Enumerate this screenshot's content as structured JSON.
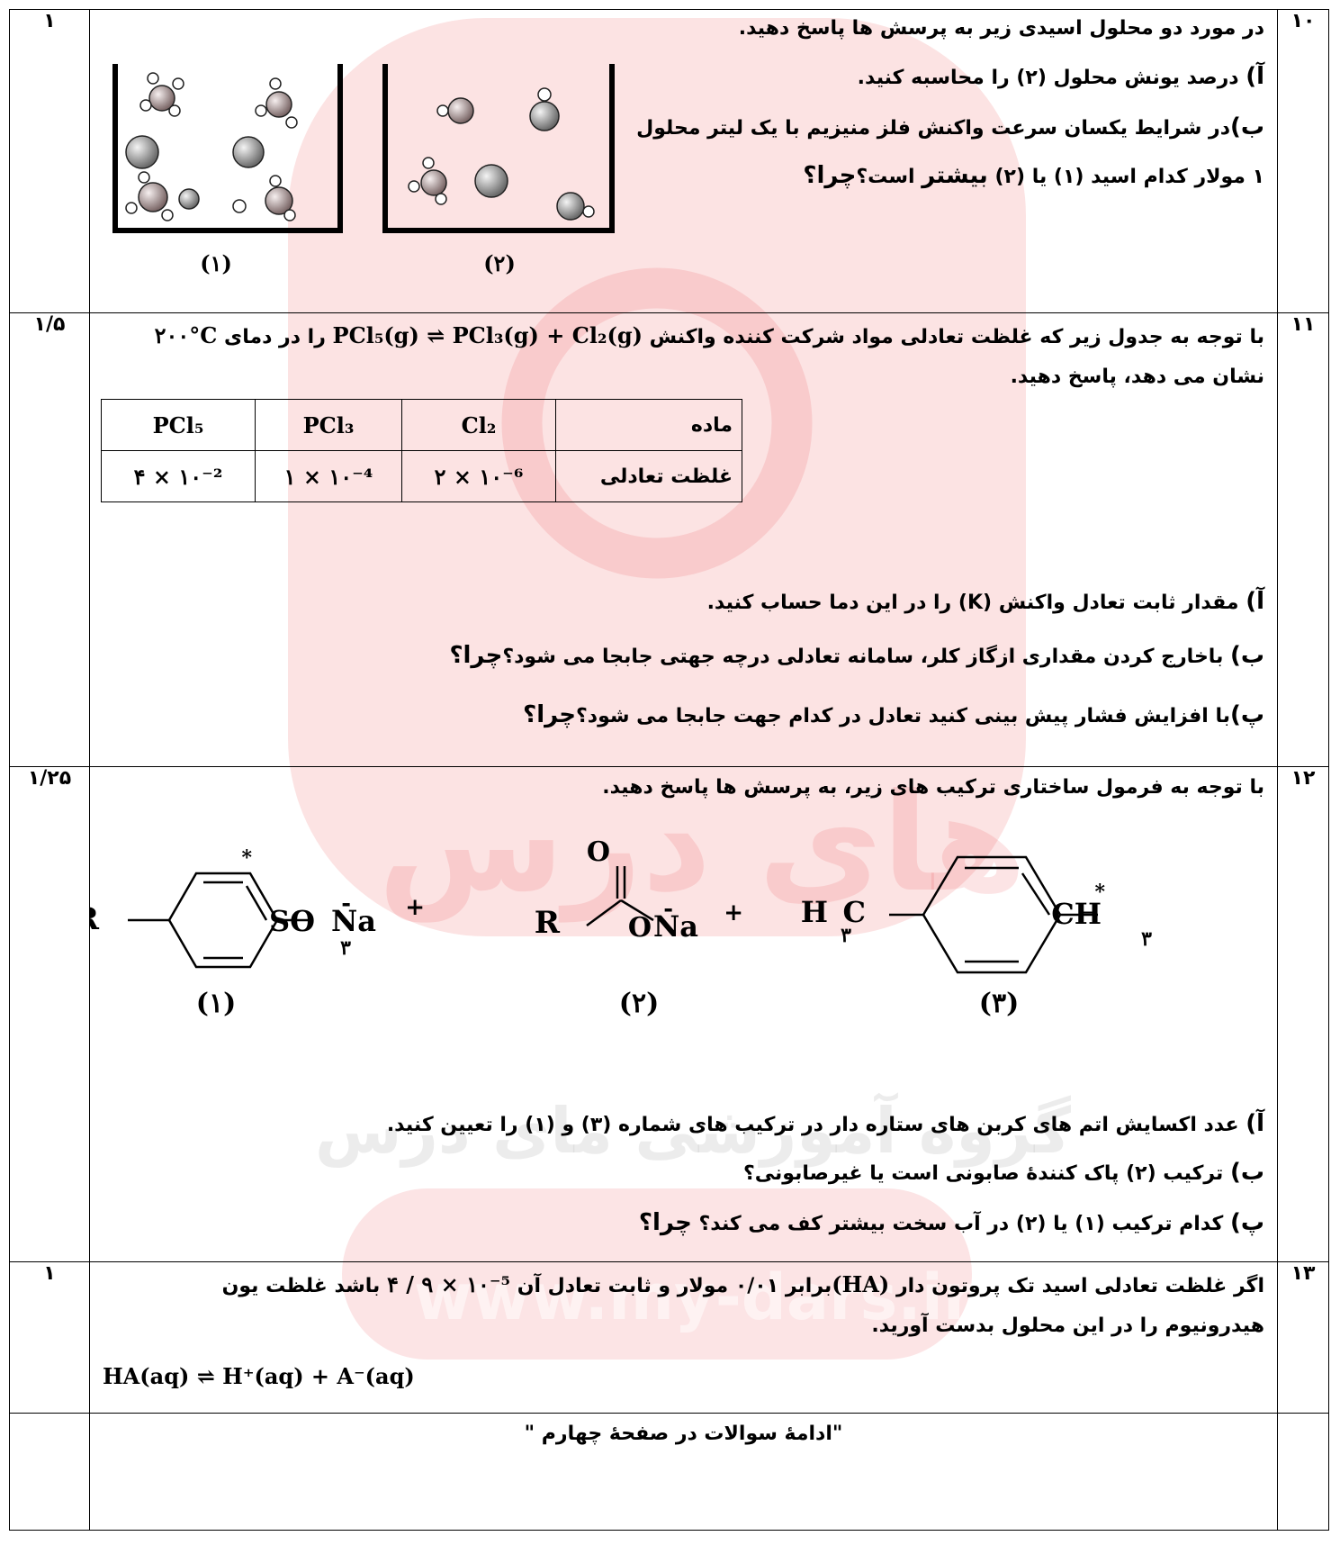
{
  "watermark": {
    "brand_text": "های درس",
    "org_text": "گروه آموزشی مای درس",
    "site_text": "www.my-dars.ir"
  },
  "q10": {
    "number": "۱۰",
    "score": "۱",
    "intro": "در مورد دو محلول اسیدی زیر به پرسش ها پاسخ دهید.",
    "a_label": "آ)",
    "a_text": " درصد یونش محلول (۲) را محاسبه کنید.",
    "b_label": "ب)",
    "b_text": "در شرایط یکسان سرعت واکنش فلز منیزیم با یک لیتر محلول",
    "b_line2_pre": "۱ مولار کدام اسید (۱) یا (۲) ",
    "b_bold": "بیشتر",
    "b_line2_post": " است؟",
    "b_why": "چرا؟",
    "beaker1_label": "(۱)",
    "beaker2_label": "(۲)"
  },
  "q11": {
    "number": "۱۱",
    "score": "۱/۵",
    "intro_pre": "با توجه به جدول زیر که غلظت تعادلی مواد شرکت کننده واکنش",
    "equation": "PCl₅(g) ⇌ PCl₃(g) + Cl₂(g)",
    "intro_post": "را در دمای",
    "temp": "۲۰۰°C",
    "intro_line2": "نشان می دهد، پاسخ دهید.",
    "table": {
      "headers": [
        "ماده",
        "Cl₂",
        "PCl₃",
        "PCl₅"
      ],
      "row_label": "غلظت تعادلی",
      "values": [
        "۲ × ۱۰⁻⁶",
        "۱ × ۱۰⁻⁴",
        "۴ × ۱۰⁻²"
      ]
    },
    "a_label": "آ)",
    "a_text": " مقدار ثابت تعادل واکنش (K) را در این دما حساب کنید.",
    "b_label": "ب)",
    "b_text": " باخارج کردن مقداری ازگاز کلر، سامانه تعادلی درچه جهتی جابجا می شود؟",
    "b_why": "چرا؟",
    "c_label": "پ)",
    "c_text": "با  افزایش فشار پیش بینی کنید تعادل در کدام جهت جابجا می شود؟",
    "c_why": "چرا؟"
  },
  "q12": {
    "number": "۱۲",
    "score": "۱/۲۵",
    "intro": "با توجه به فرمول ساختاری ترکیب های زیر، به پرسش ها پاسخ دهید.",
    "s1": {
      "R": "R",
      "group": "SO",
      "sub": "۳",
      "minus": "-",
      "na": "Na",
      "plus": "+",
      "star": "*",
      "label": "(۱)"
    },
    "s2": {
      "R": "R",
      "O": "O",
      "Om": "O",
      "minus": "-",
      "na": "Na",
      "plus": "+",
      "label": "(۲)"
    },
    "s3": {
      "left": "H",
      "left_sub": "۳",
      "left_c": "C",
      "right": "CH",
      "right_sub": "۳",
      "star": "*",
      "label": "(۳)"
    },
    "a_label": "آ)",
    "a_text": " عدد اکسایش اتم های کربن های ستاره دار در ترکیب های شماره (۳) و (۱) را تعیین کنید.",
    "b_label": "ب)",
    "b_text": " ترکیب (۲) پاک کنندهٔ صابونی است یا غیرصابونی؟",
    "c_label": "پ)",
    "c_text": " کدام ترکیب (۱) یا (۲) در آب سخت بیشتر کف می کند؟ ",
    "c_why": "چرا؟"
  },
  "q13": {
    "number": "۱۳",
    "score": "۱",
    "line1_pre": "اگر غلظت تعادلی اسید تک پروتون دار ",
    "ha": "(HA)",
    "line1_mid": "برابر ۰/۰۱ مولار و ثابت تعادل  آن ",
    "k_value": "۴ / ۹ × ۱۰⁻⁵",
    "line1_post": " باشد غلظت یون",
    "line2": "هیدرونیوم را در این محلول بدست آورید.",
    "reaction": "HA(aq) ⇌ H⁺(aq) + A⁻(aq)"
  },
  "footer": {
    "text": "\"ادامهٔ سوالات در صفحهٔ چهارم \""
  }
}
